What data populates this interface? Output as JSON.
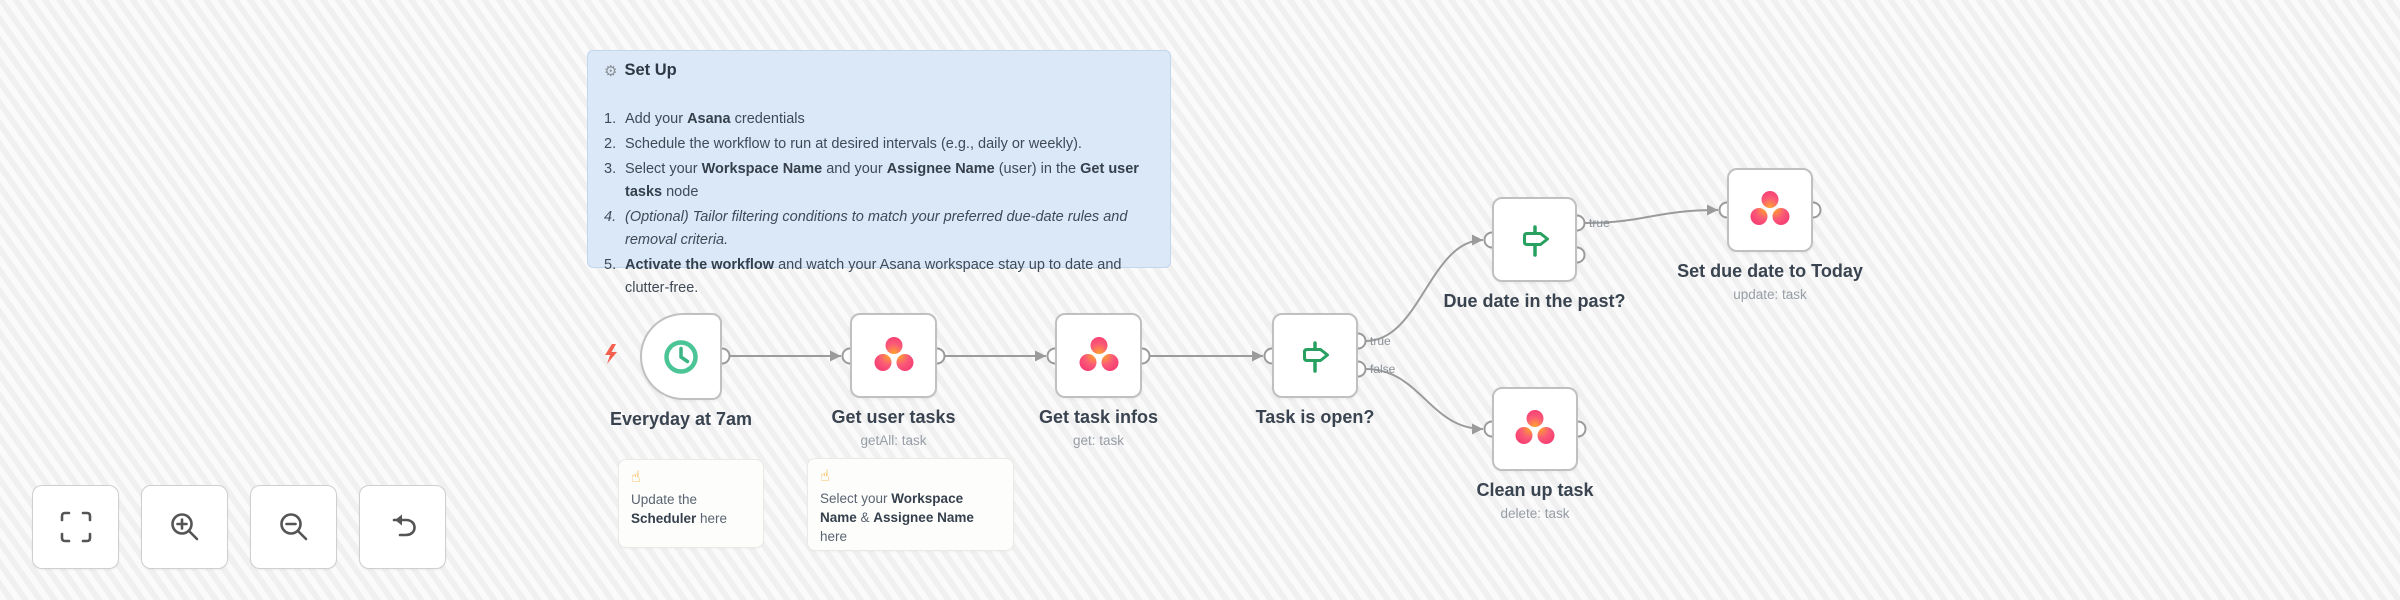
{
  "colors": {
    "canvas_bg": "#f4f4f4",
    "sticky_blue": "#dbe8f7",
    "wire": "#9b9b9b",
    "node_border": "#c0c0c0",
    "label": "#3a4450",
    "sublabel": "#979da5",
    "if_green": "#27a060",
    "clock_green": "#4cc596",
    "bolt": "#f4604f",
    "hand_orange": "#f5a623",
    "asana_pink": "#f73e73",
    "asana_orange": "#ffa12e"
  },
  "setup_note": {
    "icon": "gear",
    "gear_glyph": "⚙",
    "title": "Set Up",
    "steps": [
      [
        {
          "t": "Add your "
        },
        {
          "t": "Asana",
          "b": 1
        },
        {
          "t": " credentials"
        }
      ],
      [
        {
          "t": "Schedule the workflow to run at desired intervals (e.g., daily or weekly)."
        }
      ],
      [
        {
          "t": "Select your "
        },
        {
          "t": "Workspace Name",
          "b": 1
        },
        {
          "t": " and your "
        },
        {
          "t": "Assignee Name",
          "b": 1
        },
        {
          "t": " (user) in the "
        },
        {
          "t": "Get user tasks",
          "b": 1
        },
        {
          "t": " node"
        }
      ],
      [
        {
          "t": "(Optional) Tailor filtering conditions to match your preferred due-date rules and removal criteria.",
          "i": 1
        }
      ],
      [
        {
          "t": "Activate the workflow",
          "b": 1
        },
        {
          "t": " and watch your Asana workspace stay up to date and clutter-free."
        }
      ]
    ]
  },
  "nodes": {
    "schedule": {
      "label": "Everyday at 7am",
      "icon": "clock-icon"
    },
    "get_user_tasks": {
      "label": "Get user tasks",
      "subtitle": "getAll: task",
      "icon": "asana-icon"
    },
    "get_task_infos": {
      "label": "Get task infos",
      "subtitle": "get: task",
      "icon": "asana-icon"
    },
    "task_is_open": {
      "label": "Task is open?",
      "icon": "if-icon",
      "outputs": {
        "top": "true",
        "bottom": "false"
      }
    },
    "due_date_past": {
      "label": "Due date in the past?",
      "icon": "if-icon",
      "outputs": {
        "top": "true",
        "bottom": ""
      }
    },
    "set_due_date": {
      "label": "Set due date to Today",
      "subtitle": "update: task",
      "icon": "asana-icon"
    },
    "clean_up_task": {
      "label": "Clean up task",
      "subtitle": "delete: task",
      "icon": "asana-icon"
    }
  },
  "hint_notes": {
    "hand_glyph": "☝",
    "scheduler": [
      {
        "t": "Update the "
      },
      {
        "t": "Scheduler",
        "b": 1
      },
      {
        "t": " here"
      }
    ],
    "workspace": [
      {
        "t": "Select your "
      },
      {
        "t": "Workspace Name",
        "b": 1
      },
      {
        "t": " & "
      },
      {
        "t": "Assignee Name",
        "b": 1
      },
      {
        "t": " here"
      }
    ]
  },
  "toolbar": {
    "buttons": [
      {
        "name": "zoom-to-fit"
      },
      {
        "name": "zoom-in"
      },
      {
        "name": "zoom-out"
      },
      {
        "name": "reset"
      }
    ]
  }
}
